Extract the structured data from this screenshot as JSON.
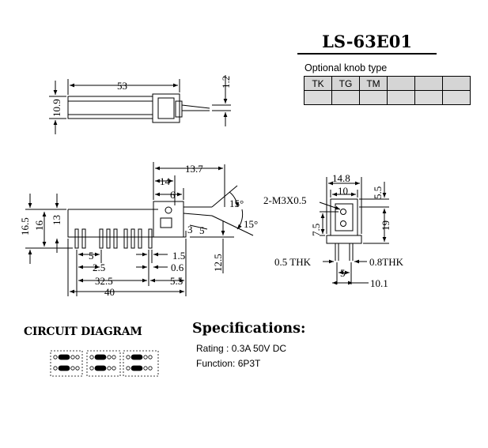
{
  "header": {
    "model": "LS-63E01"
  },
  "knob_table": {
    "caption": "Optional knob type",
    "options": [
      "TK",
      "TG",
      "TM",
      "",
      "",
      ""
    ]
  },
  "side_view": {
    "length": "53",
    "height": "10.9",
    "pin_thickness": "1.2"
  },
  "front_view": {
    "dims": {
      "d13_7": "13.7",
      "d14": "14",
      "d6": "6",
      "angle_a": "15°",
      "angle_b": "15°",
      "d16_5": "16.5",
      "d16": "16",
      "d13": "13",
      "d3": "3",
      "d5_top": "5",
      "d12_5": "12.5",
      "d5": "5",
      "d1_5": "1.5",
      "d2_5": "2.5",
      "d0_6": "0.6",
      "d32_5": "32.5",
      "d5_5": "5.5",
      "d40": "40"
    }
  },
  "end_view": {
    "dims": {
      "d14_8": "14.8",
      "d10": "10",
      "d5_5": "5.5",
      "screw": "2-M3X0.5",
      "d7_5": "7.5",
      "d19": "19",
      "thk_a": "0.5 THK",
      "thk_b": "0.8THK",
      "d5": "5",
      "d10_1": "10.1"
    }
  },
  "circuit": {
    "title": "CIRCUIT DIAGRAM"
  },
  "specs": {
    "title": "Specifications:",
    "rating": "Rating : 0.3A 50V DC",
    "function": "Function: 6P3T"
  }
}
